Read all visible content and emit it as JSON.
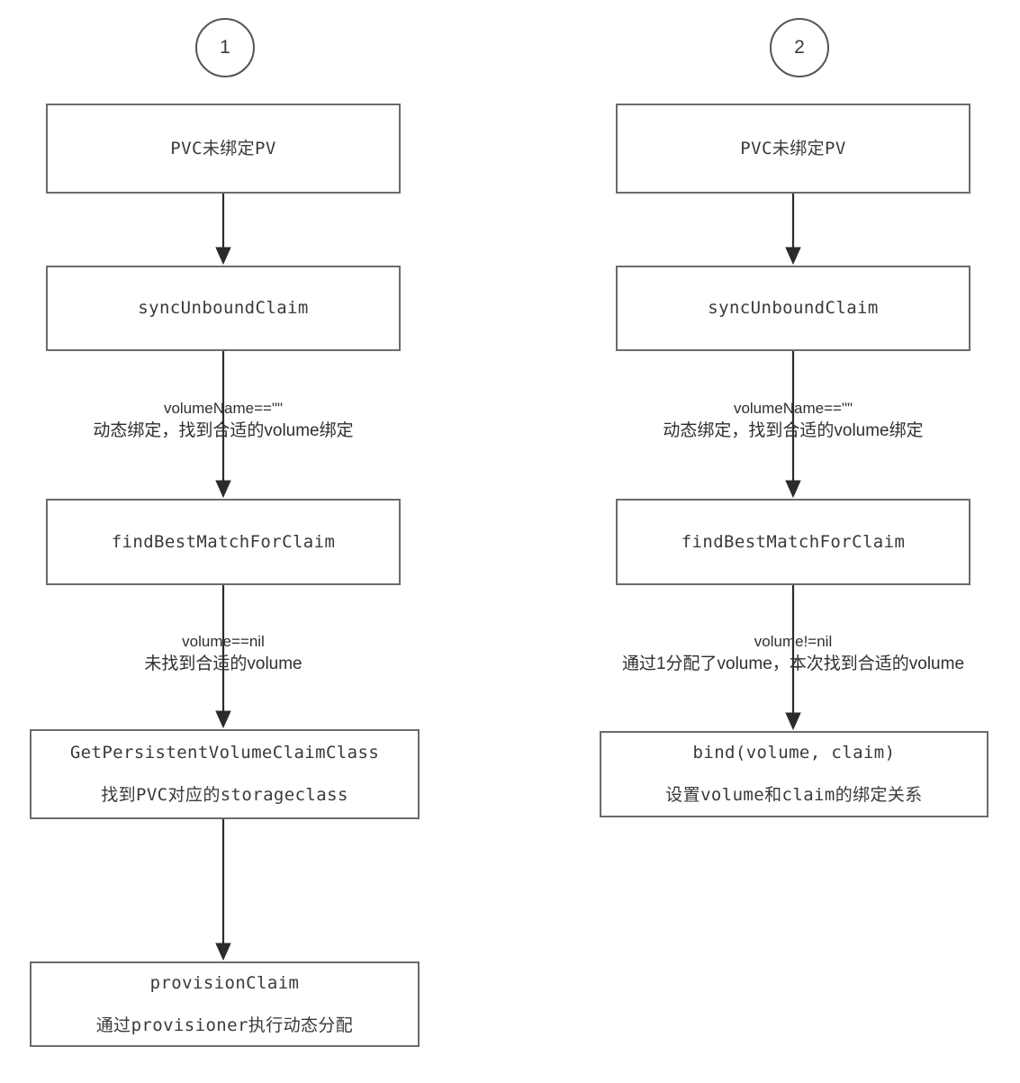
{
  "diagram": {
    "title": "PVC 绑定 PV 流程图",
    "background_color": "#ffffff",
    "stroke_color": "#6b6b6b",
    "text_color": "#3a3a3a",
    "columns": [
      {
        "id": "column-1",
        "start_marker": "1",
        "nodes": [
          {
            "id": "n1-1",
            "lines": [
              "PVC未绑定PV"
            ]
          },
          {
            "id": "n1-2",
            "lines": [
              "syncUnboundClaim"
            ]
          },
          {
            "id": "n1-3",
            "lines": [
              "findBestMatchForClaim"
            ]
          },
          {
            "id": "n1-4",
            "lines": [
              "GetPersistentVolumeClaimClass",
              "找到PVC对应的storageclass"
            ]
          },
          {
            "id": "n1-5",
            "lines": [
              "provisionClaim",
              "通过provisioner执行动态分配"
            ]
          }
        ],
        "edges": [
          {
            "id": "e1-1",
            "from": "n1-1",
            "to": "n1-2",
            "label_line1": "",
            "label_line2": ""
          },
          {
            "id": "e1-2",
            "from": "n1-2",
            "to": "n1-3",
            "label_line1": "volumeName==\"\"",
            "label_line2": "动态绑定，找到合适的volume绑定"
          },
          {
            "id": "e1-3",
            "from": "n1-3",
            "to": "n1-4",
            "label_line1": "volume==nil",
            "label_line2": "未找到合适的volume"
          },
          {
            "id": "e1-4",
            "from": "n1-4",
            "to": "n1-5",
            "label_line1": "",
            "label_line2": ""
          }
        ]
      },
      {
        "id": "column-2",
        "start_marker": "2",
        "nodes": [
          {
            "id": "n2-1",
            "lines": [
              "PVC未绑定PV"
            ]
          },
          {
            "id": "n2-2",
            "lines": [
              "syncUnboundClaim"
            ]
          },
          {
            "id": "n2-3",
            "lines": [
              "findBestMatchForClaim"
            ]
          },
          {
            "id": "n2-4",
            "lines": [
              "bind(volume, claim)",
              "设置volume和claim的绑定关系"
            ]
          }
        ],
        "edges": [
          {
            "id": "e2-1",
            "from": "n2-1",
            "to": "n2-2",
            "label_line1": "",
            "label_line2": ""
          },
          {
            "id": "e2-2",
            "from": "n2-2",
            "to": "n2-3",
            "label_line1": "volumeName==\"\"",
            "label_line2": "动态绑定，找到合适的volume绑定"
          },
          {
            "id": "e2-3",
            "from": "n2-3",
            "to": "n2-4",
            "label_line1": "volume!=nil",
            "label_line2": "通过1分配了volume，本次找到合适的volume"
          }
        ]
      }
    ]
  }
}
